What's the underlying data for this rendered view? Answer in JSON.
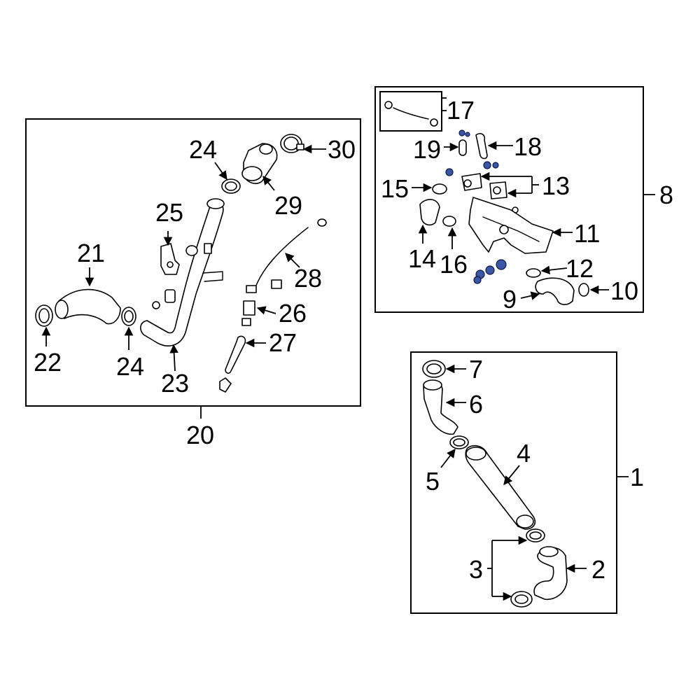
{
  "colors": {
    "line": "#000000",
    "background": "#ffffff",
    "highlight": "#3b56a6"
  },
  "callouts": {
    "c1": "1",
    "c2": "2",
    "c3": "3",
    "c4": "4",
    "c5": "5",
    "c6": "6",
    "c7": "7",
    "c8": "8",
    "c9": "9",
    "c10": "10",
    "c11": "11",
    "c12": "12",
    "c13": "13",
    "c14": "14",
    "c15": "15",
    "c16": "16",
    "c17": "17",
    "c18": "18",
    "c19": "19",
    "c20": "20",
    "c21": "21",
    "c22": "22",
    "c23": "23",
    "c24a": "24",
    "c24b": "24",
    "c25": "25",
    "c26": "26",
    "c27": "27",
    "c28": "28",
    "c29": "29",
    "c30": "30"
  }
}
